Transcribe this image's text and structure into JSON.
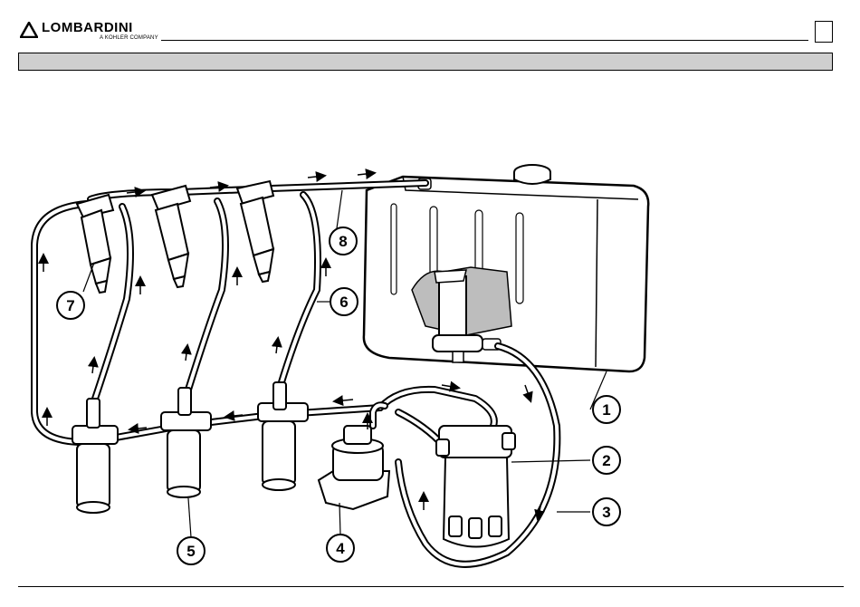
{
  "header": {
    "brand": "LOMBARDINI",
    "brand_sub": "A KOHLER COMPANY"
  },
  "diagram": {
    "callouts": [
      {
        "label": "1"
      },
      {
        "label": "2"
      },
      {
        "label": "3"
      },
      {
        "label": "4"
      },
      {
        "label": "5"
      },
      {
        "label": "6"
      },
      {
        "label": "7"
      },
      {
        "label": "8"
      }
    ]
  }
}
